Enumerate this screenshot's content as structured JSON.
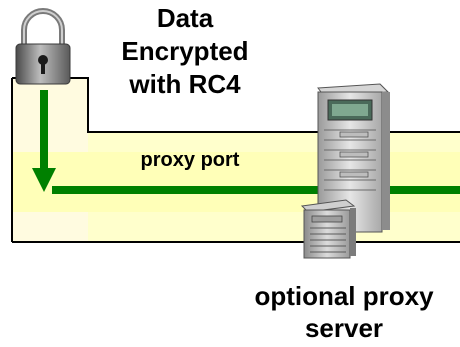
{
  "title_lines": [
    "Data",
    "Encrypted",
    "with RC4"
  ],
  "port_label": "proxy port",
  "server_caption_lines": [
    "optional proxy",
    "server"
  ],
  "icons": [
    "padlock-icon",
    "down-arrow-icon",
    "server-tower-icon",
    "server-desktop-icon"
  ],
  "colors": {
    "band": "#ffffcc",
    "band_light": "#fffbe0",
    "data_line": "#008000",
    "frame": "#000000"
  }
}
